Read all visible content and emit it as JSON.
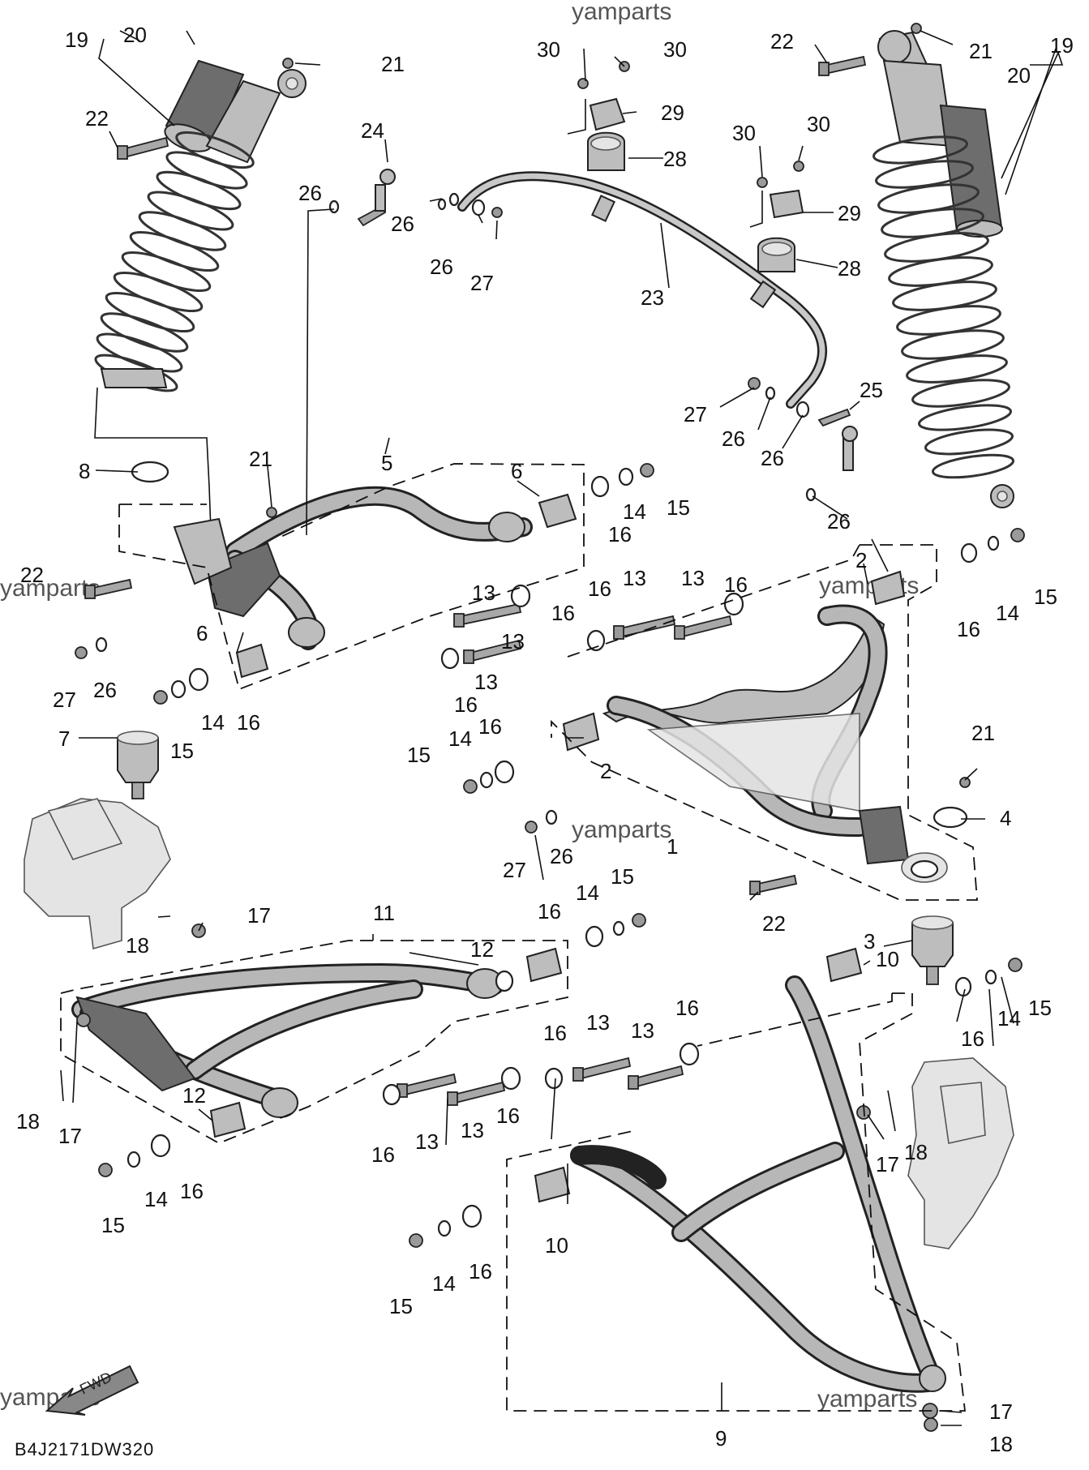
{
  "watermark": "yamparts",
  "diagram_code": "B4J2171DW320",
  "fwd_label": "FWD",
  "callouts": {
    "n1": "1",
    "n2": "2",
    "n3": "3",
    "n4": "4",
    "n5": "5",
    "n6": "6",
    "n7": "7",
    "n8": "8",
    "n9": "9",
    "n10": "10",
    "n11": "11",
    "n12": "12",
    "n13": "13",
    "n14": "14",
    "n15": "15",
    "n16": "16",
    "n17": "17",
    "n18": "18",
    "n19": "19",
    "n20": "20",
    "n21": "21",
    "n22": "22",
    "n23": "23",
    "n24": "24",
    "n25": "25",
    "n26": "26",
    "n27": "27",
    "n28": "28",
    "n29": "29",
    "n30": "30"
  },
  "icons": {
    "fwd_arrow": "fwd-arrow-icon"
  }
}
